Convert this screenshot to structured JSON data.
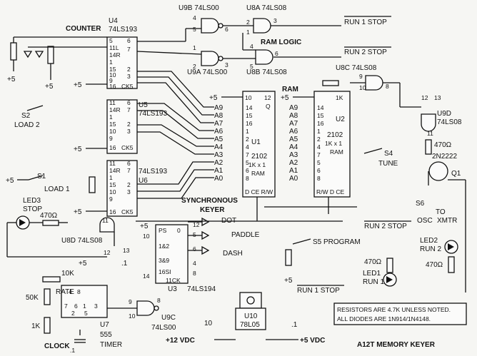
{
  "title": "A12T MEMORY KEYER",
  "notes": [
    "RESISTORS ARE 4.7K UNLESS NOTED.",
    "ALL DIODES ARE 1N914/1N4148."
  ],
  "sections": {
    "counter": "COUNTER",
    "ram_logic": "RAM LOGIC",
    "ram": "RAM",
    "keyer": "SYNCHRONOUS",
    "keyer2": "KEYER",
    "clock": "CLOCK"
  },
  "chips": {
    "u4": {
      "name": "U4",
      "part": "74LS193"
    },
    "u5": {
      "name": "U5",
      "part": "74LS193"
    },
    "u6": {
      "name": "U6",
      "part": "74LS193"
    },
    "u1": {
      "name": "U1",
      "part": "2102",
      "org": "1K x 1",
      "type": "RAM"
    },
    "u2": {
      "name": "U2",
      "part": "2102",
      "org": "1K x 1",
      "type": "RAM"
    },
    "u3": {
      "name": "U3",
      "part": "74LS194"
    },
    "u7": {
      "name": "U7",
      "part": "555",
      "type": "TIMER"
    },
    "u10": {
      "name": "U10",
      "part": "78L05"
    }
  },
  "gates": {
    "u9b": "U9B 74LS00",
    "u8a": "U8A 74LS08",
    "u9a": "U9A 74LS00",
    "u8b": "U8B 74LS08",
    "u8c": "U8C 74LS08",
    "u9d": "U9D",
    "u9d_part": "74LS08",
    "u8d": "U8D 74LS08",
    "u9c": "U9C",
    "u9c_part": "74LS00"
  },
  "signals": {
    "run1_stop": "RUN 1 STOP",
    "run2_stop": "RUN 2 STOP",
    "run2_stop_b": "RUN 2 STOP",
    "run1_stop_b": "RUN 1 STOP",
    "dot": "DOT",
    "paddle": "PADDLE",
    "dash": "DASH",
    "osc": "OSC",
    "xmtr": "XMTR",
    "to": "TO"
  },
  "switches": {
    "s1": "S1",
    "s1_label": "LOAD 1",
    "s2": "S2",
    "s2_label": "LOAD 2",
    "s4": "S4",
    "s4_label": "TUNE",
    "s5": "S5 PROGRAM",
    "s6": "S6"
  },
  "leds": {
    "led1": "LED1",
    "led1_label": "RUN 1",
    "led2": "LED2",
    "led2_label": "RUN 2",
    "led3": "LED3",
    "led3_label": "STOP"
  },
  "transistor": {
    "part": "2N2222",
    "name": "Q1"
  },
  "resistors": {
    "r470a": "470Ω",
    "r470b": "470Ω",
    "r470c": "470Ω",
    "r470d": "470Ω",
    "r10k": "10K",
    "r50k": "50K",
    "r1k": "1K",
    "rate": "RATE"
  },
  "caps": {
    "c1": ".1",
    "c2": ".1",
    "c3": "10"
  },
  "power": {
    "plus5": "+5",
    "v12": "+12 VDC",
    "v5": "+5 VDC"
  },
  "addr_pins": [
    "A9",
    "A8",
    "A7",
    "A6",
    "A5",
    "A4",
    "A3",
    "A2",
    "A1",
    "A0"
  ],
  "addr_nums": [
    "14",
    "15",
    "16",
    "1",
    "2",
    "4",
    "7",
    "5",
    "6",
    "8"
  ],
  "counter_pins": [
    "5",
    "11",
    "14",
    "15",
    "1",
    "10",
    "9",
    "16"
  ],
  "counter_pin_names": [
    "5",
    "11L",
    "14R",
    "15",
    "1",
    "10",
    "9",
    "16"
  ],
  "out_pins": [
    "7",
    "6",
    "2",
    "3",
    "7",
    "8",
    "9",
    "CK5"
  ]
}
